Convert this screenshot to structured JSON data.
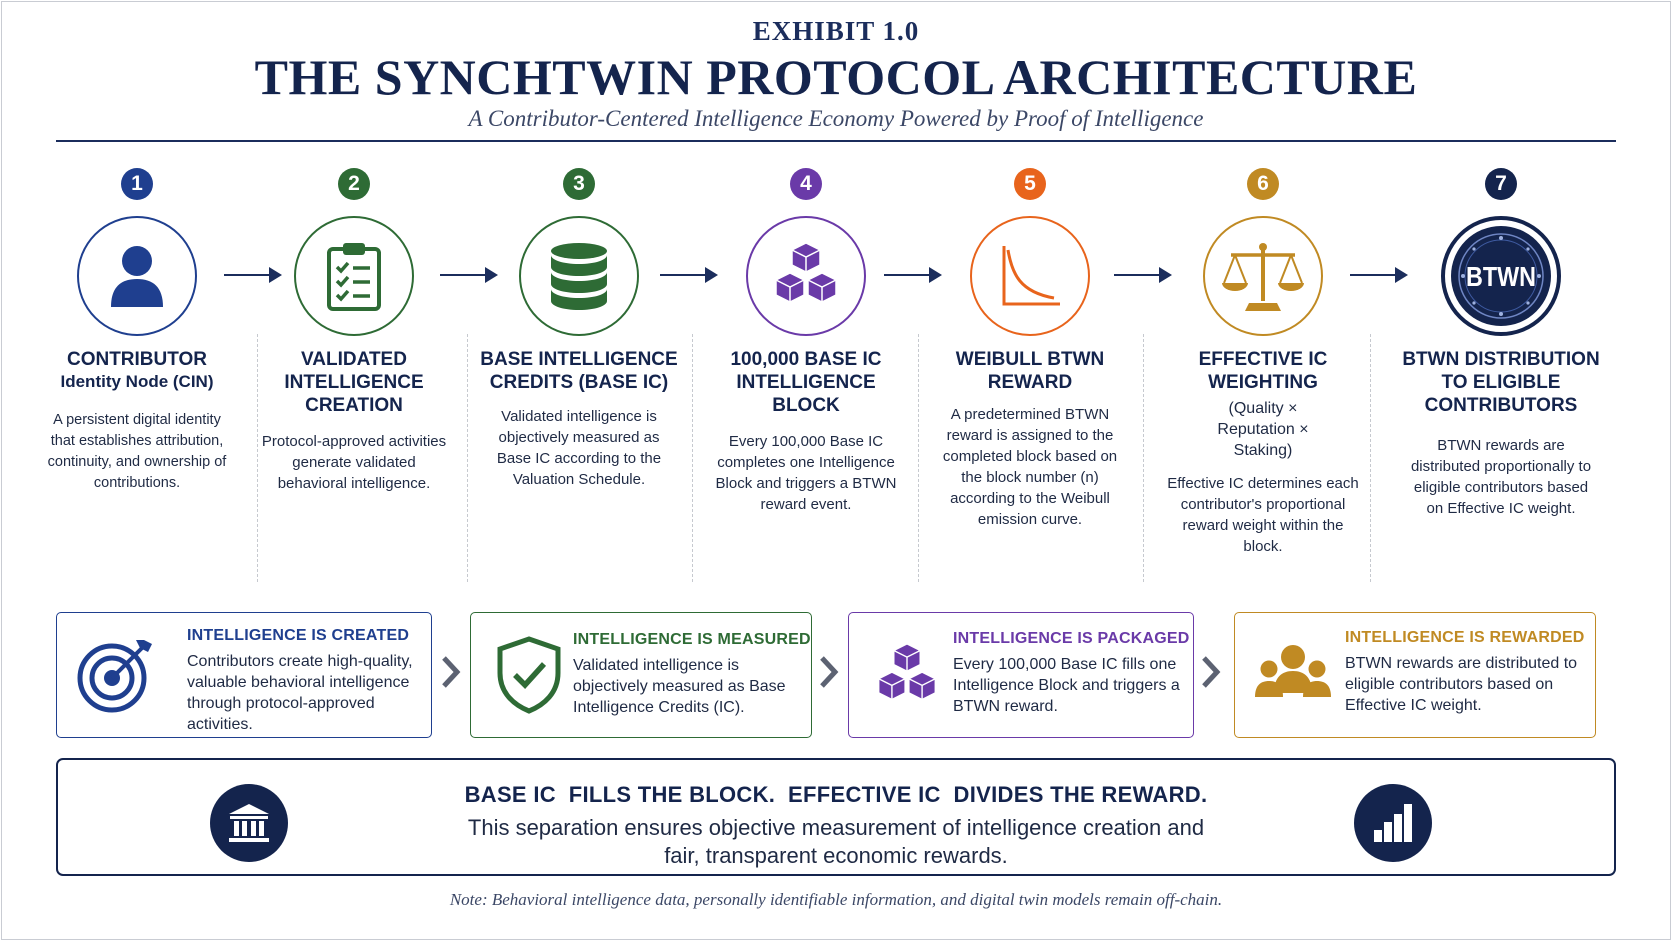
{
  "header": {
    "exhibit": "EXHIBIT 1.0",
    "title": "THE SYNCHTWIN PROTOCOL ARCHITECTURE",
    "subtitle": "A Contributor-Centered Intelligence Economy Powered by Proof of Intelligence"
  },
  "steps": [
    {
      "num": "1",
      "color": "#1f3f8f",
      "icon": "person-icon",
      "title": "CONTRIBUTOR",
      "subtitle": "Identity Node (CIN)",
      "desc": "A persistent digital identity that establishes attribution, continuity, and ownership of contributions."
    },
    {
      "num": "2",
      "color": "#2e6b35",
      "icon": "clipboard-checklist-icon",
      "title": "VALIDATED INTELLIGENCE CREATION",
      "subtitle": "",
      "desc": "Protocol-approved activities generate validated behavioral intelligence."
    },
    {
      "num": "3",
      "color": "#2e6b35",
      "icon": "database-icon",
      "title": "BASE INTELLIGENCE CREDITS (BASE IC)",
      "subtitle": "",
      "desc": "Validated intelligence is objectively measured as Base IC according to the Valuation Schedule."
    },
    {
      "num": "4",
      "color": "#6a3aa8",
      "icon": "cubes-icon",
      "title": "100,000 BASE IC INTELLIGENCE BLOCK",
      "subtitle": "",
      "desc": "Every 100,000 Base IC completes one Intelligence Block and triggers a BTWN reward event."
    },
    {
      "num": "5",
      "color": "#e8641c",
      "icon": "decay-curve-icon",
      "title": "WEIBULL BTWN REWARD",
      "subtitle": "",
      "desc": "A predetermined BTWN reward is assigned to the completed block based on the block number (n) according to the Weibull emission curve."
    },
    {
      "num": "6",
      "color": "#c08a23",
      "icon": "scales-icon",
      "title": "EFFECTIVE IC WEIGHTING",
      "subtitle": "(Quality × Reputation × Staking)",
      "desc": "Effective IC determines each contributor's proportional reward weight within the block."
    },
    {
      "num": "7",
      "color": "#14244d",
      "icon": "btwn-coin-icon",
      "title": "BTWN DISTRIBUTION TO ELIGIBLE CONTRIBUTORS",
      "subtitle": "",
      "desc": "BTWN rewards are distributed proportionally to eligible contributors based on Effective IC weight."
    }
  ],
  "coin_label": "BTWN",
  "cards": [
    {
      "title": "INTELLIGENCE IS CREATED",
      "color": "#1f3f8f",
      "icon": "target-icon",
      "desc": "Contributors create high-quality, valuable behavioral intelligence through protocol-approved activities."
    },
    {
      "title": "INTELLIGENCE IS MEASURED",
      "color": "#2e6b35",
      "icon": "shield-check-icon",
      "desc": "Validated intelligence is objectively measured as Base Intelligence Credits (IC)."
    },
    {
      "title": "INTELLIGENCE IS PACKAGED",
      "color": "#6a3aa8",
      "icon": "cubes-icon",
      "desc": "Every 100,000 Base IC fills one Intelligence Block and triggers a BTWN reward."
    },
    {
      "title": "INTELLIGENCE IS REWARDED",
      "color": "#c08a23",
      "icon": "people-group-icon",
      "desc": "BTWN rewards are distributed to eligible contributors based on Effective IC weight."
    }
  ],
  "summary": {
    "headline": "BASE IC  FILLS THE BLOCK.  EFFECTIVE IC  DIVIDES THE REWARD.",
    "text": "This separation ensures objective measurement of intelligence creation and fair, transparent economic rewards.",
    "left_icon": "institution-icon",
    "right_icon": "bar-chart-icon"
  },
  "note": "Note: Behavioral intelligence data, personally identifiable information, and digital twin models remain off-chain."
}
